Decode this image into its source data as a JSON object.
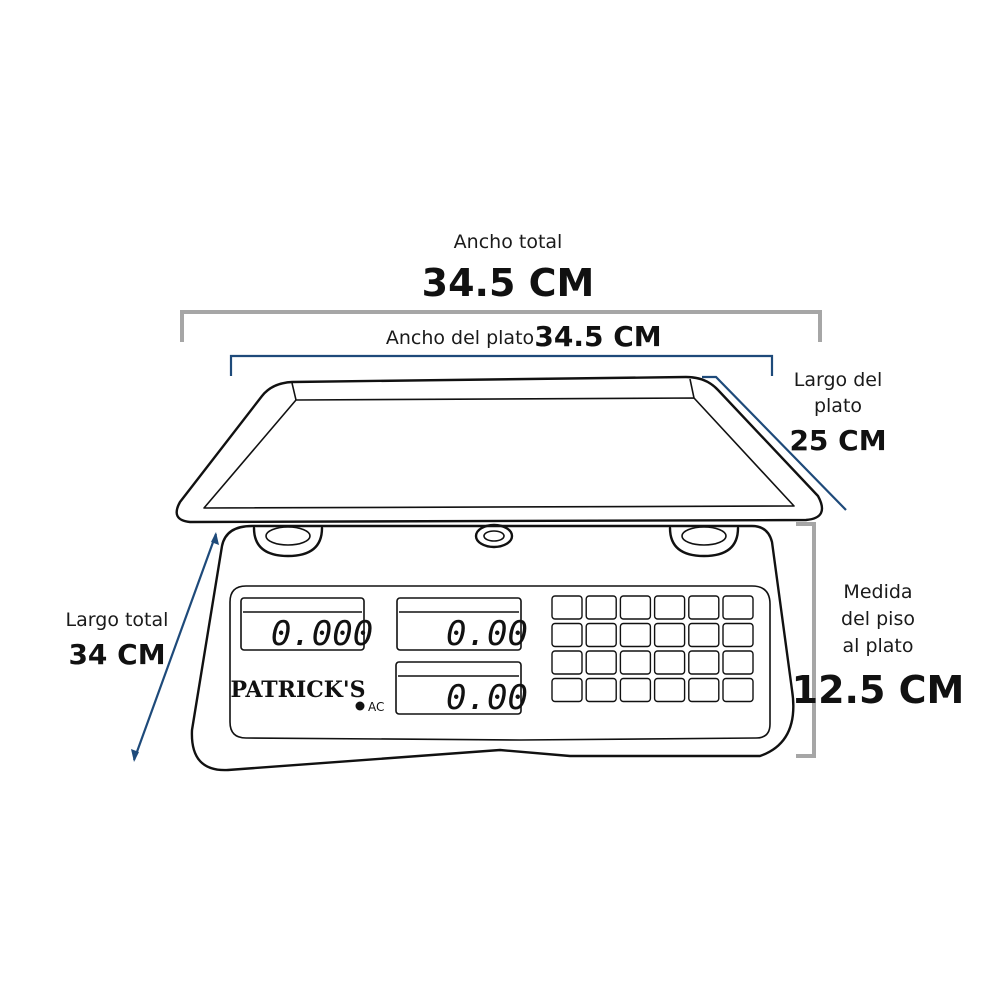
{
  "dimensions": {
    "total_width": {
      "label": "Ancho total",
      "value": "34.5 CM"
    },
    "plate_width": {
      "label": "Ancho del plato",
      "value": "34.5 CM"
    },
    "plate_length": {
      "label_line1": "Largo del",
      "label_line2": "plato",
      "value": "25 CM"
    },
    "total_length": {
      "label": "Largo total",
      "value": "34 CM"
    },
    "floor_to_plate": {
      "label_line1": "Medida",
      "label_line2": "del piso",
      "label_line3": "al plato",
      "value": "12.5 CM"
    }
  },
  "scale": {
    "brand": "PATRICK'S",
    "power_indicator": "AC",
    "displays": {
      "weight": "0.000",
      "price": "0.00",
      "total": "0.00"
    },
    "keypad": {
      "rows": 4,
      "cols": 6
    }
  },
  "colors": {
    "bracket_gray": "#a6a6a6",
    "bracket_blue": "#1e4a7a",
    "line": "#111111"
  }
}
